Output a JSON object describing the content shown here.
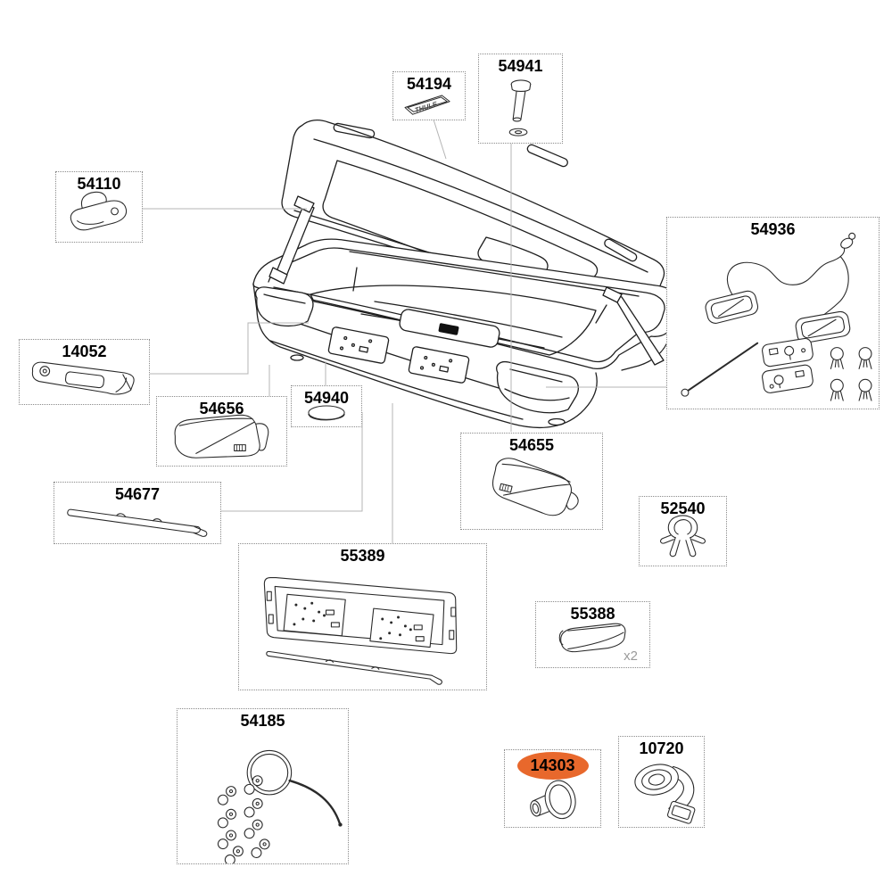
{
  "colors": {
    "background": "#ffffff",
    "line_art": "#1f1f1f",
    "connector_gray": "#b4b4b4",
    "box_border_gray": "#8a8a8a",
    "label_black": "#000000",
    "muted_gray": "#9a9a9a",
    "highlight_orange": "#e8682c"
  },
  "parts": [
    {
      "number": "54194",
      "sticker_text": "THULE"
    },
    {
      "number": "54941"
    },
    {
      "number": "54110"
    },
    {
      "number": "54936"
    },
    {
      "number": "14052"
    },
    {
      "number": "54656"
    },
    {
      "number": "54940"
    },
    {
      "number": "54655"
    },
    {
      "number": "52540"
    },
    {
      "number": "54677"
    },
    {
      "number": "55389"
    },
    {
      "number": "55388",
      "quantity_note": "x2"
    },
    {
      "number": "54185"
    },
    {
      "number": "14303",
      "highlighted": true
    },
    {
      "number": "10720"
    }
  ]
}
